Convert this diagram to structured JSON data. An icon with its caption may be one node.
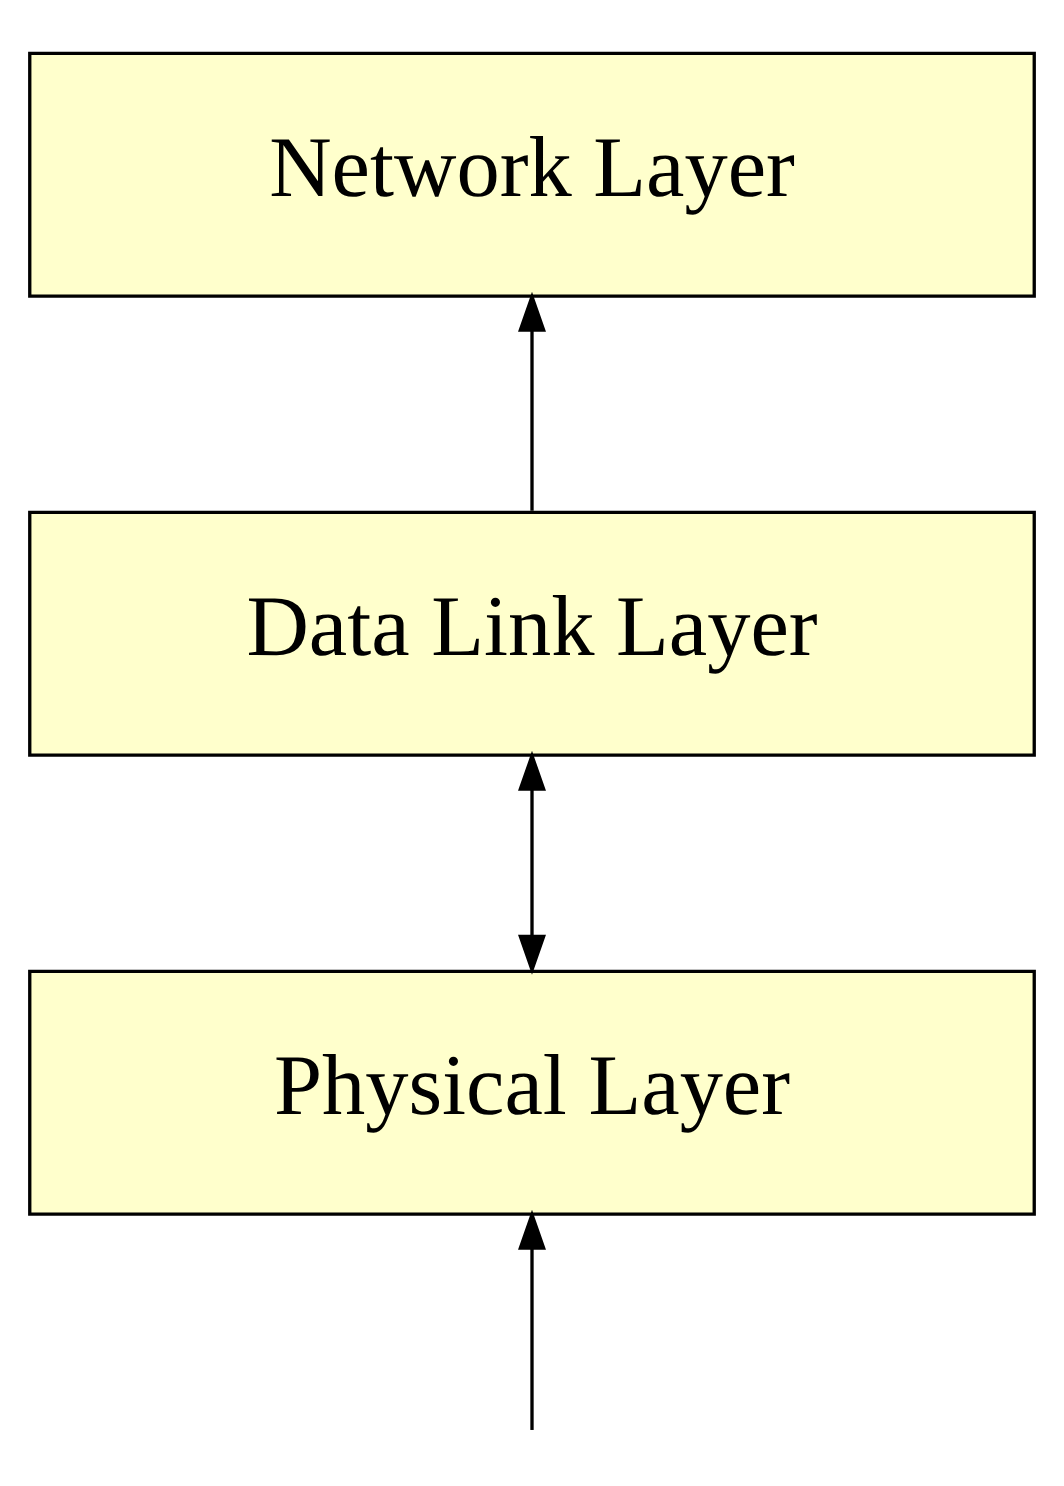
{
  "diagram": {
    "nodes": [
      {
        "text": [
          "Network Layer"
        ]
      },
      {
        "text": [
          "Data Link Layer"
        ]
      },
      {
        "text": [
          "Physical Layer"
        ]
      }
    ],
    "edges": [
      {
        "from": 1,
        "to": 0,
        "arrow": "to"
      },
      {
        "from": 1,
        "to": 2,
        "arrow": "both"
      },
      {
        "from": null,
        "to": 2,
        "arrow": "to"
      }
    ]
  }
}
